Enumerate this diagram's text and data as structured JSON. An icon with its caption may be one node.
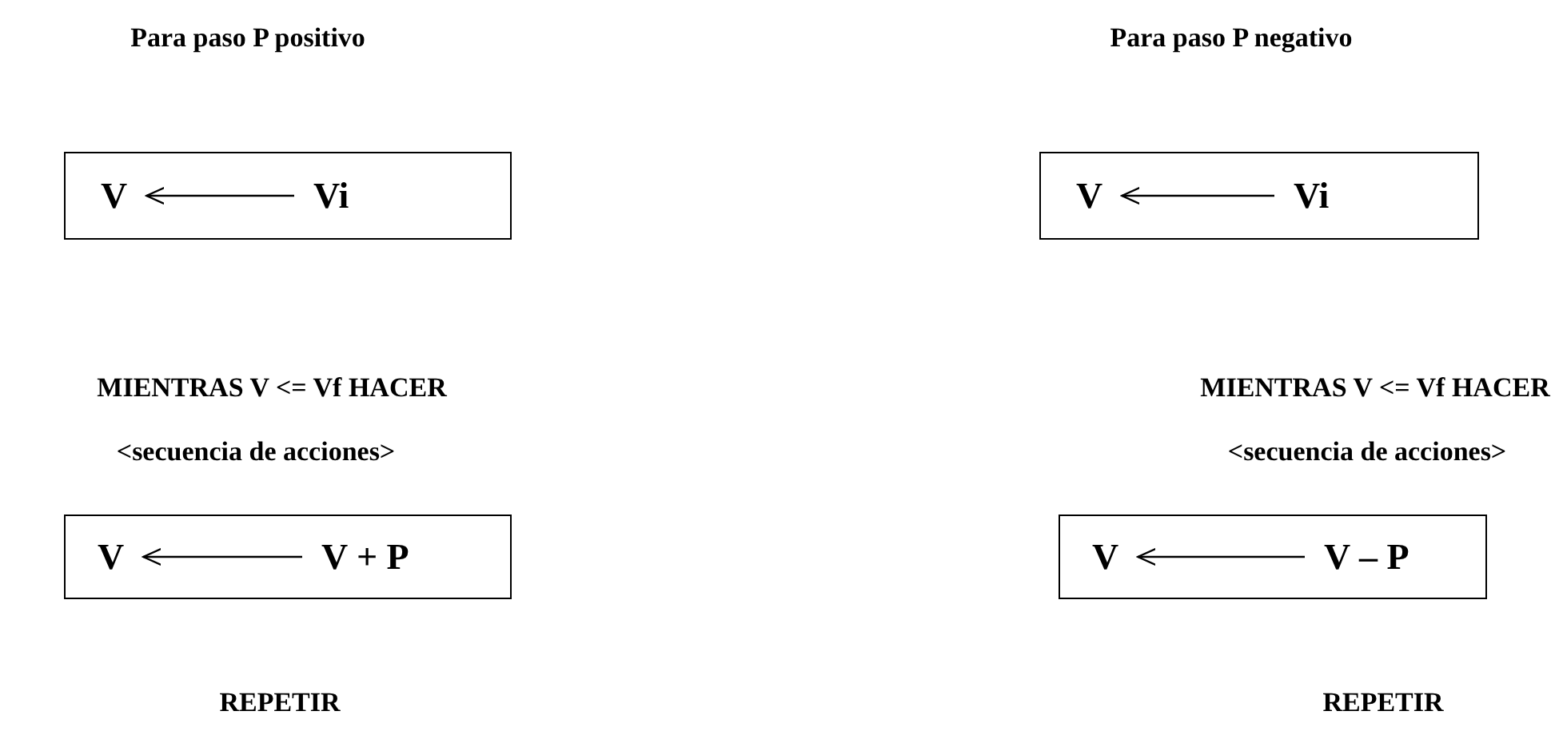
{
  "diagram": {
    "nodes": [
      {
        "text": [],
        "shape": "box"
      },
      {
        "text": [
          "V"
        ],
        "in": 0
      },
      {
        "text": [
          "Vi"
        ],
        "in": 0
      },
      {
        "text": [],
        "shape": "box"
      },
      {
        "text": [
          "V"
        ],
        "in": 3
      },
      {
        "text": [
          "Vi"
        ],
        "in": 3
      },
      {
        "text": [],
        "shape": "box"
      },
      {
        "text": [
          "V"
        ],
        "in": 6
      },
      {
        "text": [
          "V + P"
        ],
        "in": 6
      },
      {
        "text": [],
        "shape": "box"
      },
      {
        "text": [
          "V"
        ],
        "in": 9
      },
      {
        "text": [
          "V – P"
        ],
        "in": 9
      }
    ],
    "edges": [
      {
        "from": 2,
        "to": 1,
        "arrow": "to"
      },
      {
        "from": 5,
        "to": 4,
        "arrow": "to"
      },
      {
        "from": 8,
        "to": 7,
        "arrow": "to"
      },
      {
        "from": 11,
        "to": 10,
        "arrow": "to"
      }
    ],
    "labels": [
      "Para paso P positivo",
      "Para paso P negativo",
      "MIENTRAS V <= Vf HACER",
      "MIENTRAS V <= Vf HACER",
      "<secuencia de acciones>",
      "<secuencia de acciones>",
      "REPETIR",
      "REPETIR"
    ]
  }
}
